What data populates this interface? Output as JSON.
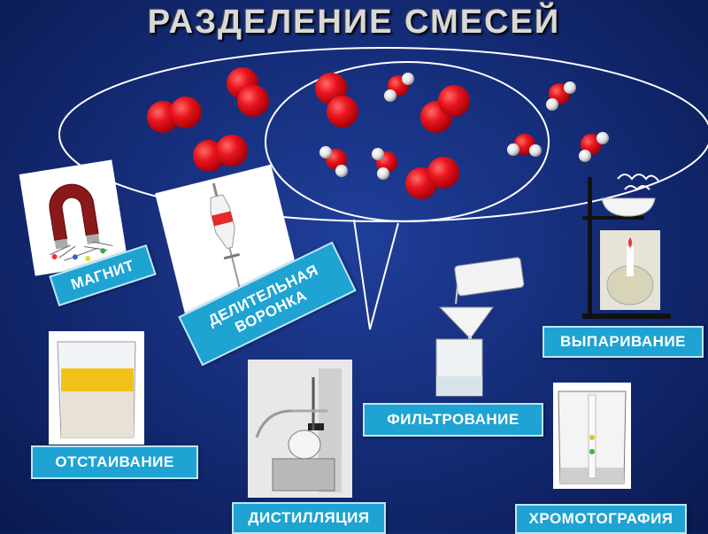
{
  "title": "РАЗДЕЛЕНИЕ СМЕСЕЙ",
  "labels": {
    "magnet": "МАГНИТ",
    "funnel_line1": "ДЕЛИТЕЛЬНАЯ",
    "funnel_line2": "ВОРОНКА",
    "evaporation": "ВЫПАРИВАНИЕ",
    "settling": "ОТСТАИВАНИЕ",
    "filtration": "ФИЛЬТРОВАНИЕ",
    "distillation": "ДИСТИЛЛЯЦИЯ",
    "chromatography": "ХРОМОТОГРАФИЯ"
  },
  "colors": {
    "background": "#17307e",
    "label_fill": "#1fa3d2",
    "particle_red": "#e8141c",
    "title": "#d8d8d8"
  }
}
